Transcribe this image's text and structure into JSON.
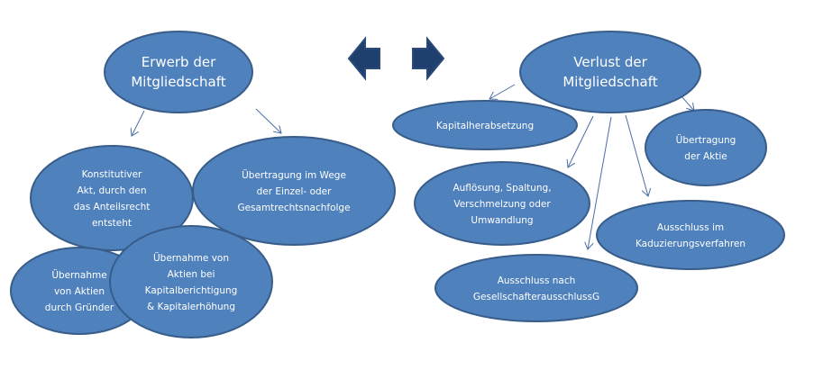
{
  "colors": {
    "node_fill": "#4f81bd",
    "node_stroke": "#385d8a",
    "connector": "#4a6fa5",
    "nav_arrow": "#1f3f6e",
    "text": "#ffffff"
  },
  "nav": {
    "left_arrow_icon": "arrow-left-icon",
    "right_arrow_icon": "arrow-right-icon"
  },
  "acquisition": {
    "root": {
      "lines": [
        "Erwerb der",
        "Mitgliedschaft"
      ]
    },
    "children": [
      {
        "lines": [
          "Konstitutiver",
          "Akt, durch den",
          "das Anteilsrecht",
          "entsteht"
        ]
      },
      {
        "lines": [
          "Übertragung im Wege",
          "der Einzel- oder",
          "Gesamtrechtsnachfolge"
        ]
      },
      {
        "lines": [
          "Übernahme",
          "von Aktien",
          "durch Gründer"
        ]
      },
      {
        "lines": [
          "Übernahme von",
          "Aktien bei",
          "Kapitalberichtigung",
          "& Kapitalerhöhung"
        ]
      }
    ]
  },
  "loss": {
    "root": {
      "lines": [
        "Verlust der",
        "Mitgliedschaft"
      ]
    },
    "children": [
      {
        "lines": [
          "Kapitalherabsetzung"
        ]
      },
      {
        "lines": [
          "Übertragung",
          "der Aktie"
        ]
      },
      {
        "lines": [
          "Auflösung, Spaltung,",
          "Verschmelzung oder",
          "Umwandlung"
        ]
      },
      {
        "lines": [
          "Ausschluss im",
          "Kaduzierungsverfahren"
        ]
      },
      {
        "lines": [
          "Ausschluss nach",
          "GesellschafterausschlussG"
        ]
      }
    ]
  }
}
